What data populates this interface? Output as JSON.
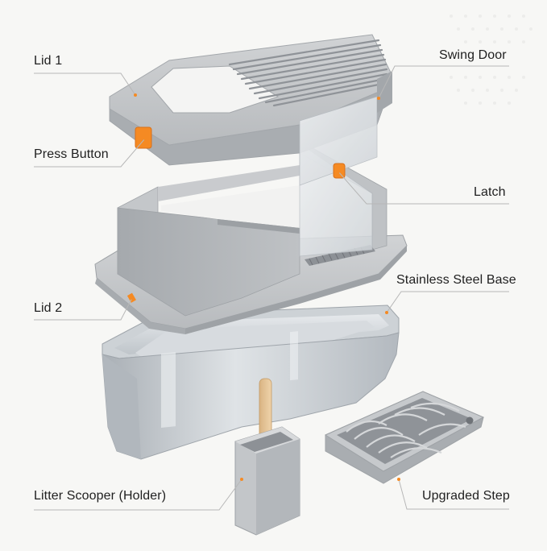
{
  "labels": {
    "lid1": "Lid 1",
    "swing_door": "Swing Door",
    "press_button": "Press Button",
    "latch": "Latch",
    "stainless_steel_base": "Stainless Steel Base",
    "lid2": "Lid 2",
    "litter_scooper_holder": "Litter Scooper (Holder)",
    "upgraded_step": "Upgraded Step"
  },
  "colors": {
    "background": "#f7f7f5",
    "plastic_gray": "#b9bcbf",
    "plastic_gray_dark": "#9ea2a6",
    "accent_orange": "#f58a23",
    "steel": "#c8cdd1",
    "leader_line": "#b7b7b7",
    "text": "#1f1f1f"
  }
}
